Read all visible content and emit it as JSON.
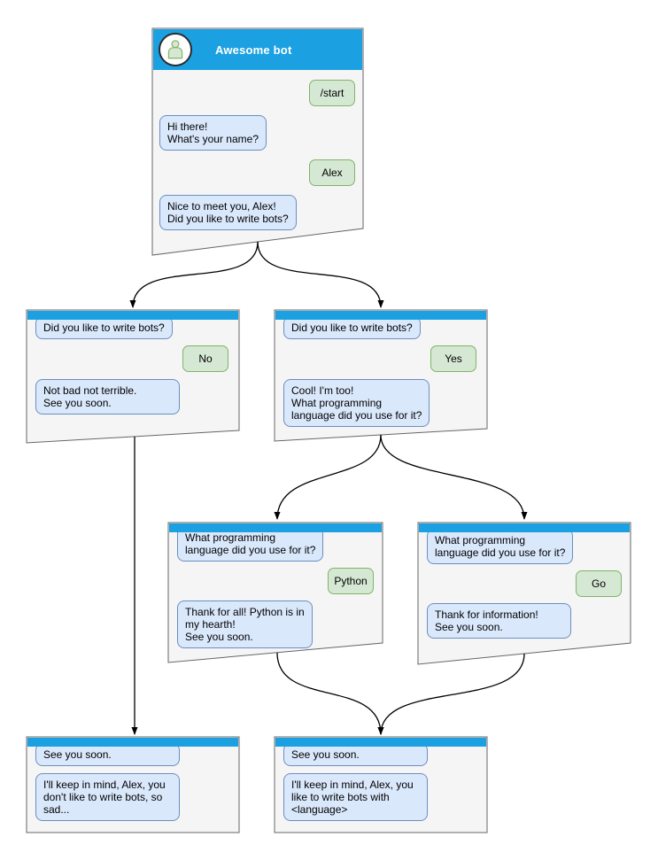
{
  "bot": {
    "name": "Awesome bot"
  },
  "colors": {
    "titlebar_blue": "#1BA1E2",
    "window_fill": "#F5F5F5",
    "window_border": "#666666",
    "bot_bubble_fill": "#DAE8FC",
    "bot_bubble_border": "#6C8EBF",
    "user_bubble_fill": "#D5E8D4",
    "user_bubble_border": "#82B366",
    "arrow_color": "#000000"
  },
  "windows": {
    "start": {
      "title": "Awesome bot",
      "messages": [
        {
          "from": "user",
          "text": "/start"
        },
        {
          "from": "bot",
          "text": "Hi there!\nWhat's your name?"
        },
        {
          "from": "user",
          "text": "Alex"
        },
        {
          "from": "bot",
          "text": "Nice to meet you, Alex!\nDid you like to write bots?"
        }
      ]
    },
    "branch_no": {
      "messages": [
        {
          "from": "bot",
          "text": "Did you like to write bots?"
        },
        {
          "from": "user",
          "text": "No"
        },
        {
          "from": "bot",
          "text": "Not bad not terrible.\nSee you soon."
        }
      ]
    },
    "branch_yes": {
      "messages": [
        {
          "from": "bot",
          "text": "Did you like to write bots?"
        },
        {
          "from": "user",
          "text": "Yes"
        },
        {
          "from": "bot",
          "text": "Cool! I'm too!\nWhat programming\nlanguage did you use for it?"
        }
      ]
    },
    "lang_python": {
      "messages": [
        {
          "from": "bot",
          "text": "What programming\nlanguage did you use for it?"
        },
        {
          "from": "user",
          "text": "Python"
        },
        {
          "from": "bot",
          "text": "Thank for all! Python is in\nmy hearth!\nSee you soon."
        }
      ]
    },
    "lang_go": {
      "messages": [
        {
          "from": "bot",
          "text": "What programming\nlanguage did you use for it?"
        },
        {
          "from": "user",
          "text": "Go"
        },
        {
          "from": "bot",
          "text": "Thank for information!\nSee you soon."
        }
      ]
    },
    "end_no": {
      "messages": [
        {
          "from": "bot",
          "text": "See you soon."
        },
        {
          "from": "bot",
          "text": "I'll keep in mind, Alex, you\ndon't like to write bots, so\nsad..."
        }
      ]
    },
    "end_yes": {
      "messages": [
        {
          "from": "bot",
          "text": "See you soon."
        },
        {
          "from": "bot",
          "text": "I'll keep in mind, Alex, you\nlike to write bots with\n<language>"
        }
      ]
    }
  }
}
